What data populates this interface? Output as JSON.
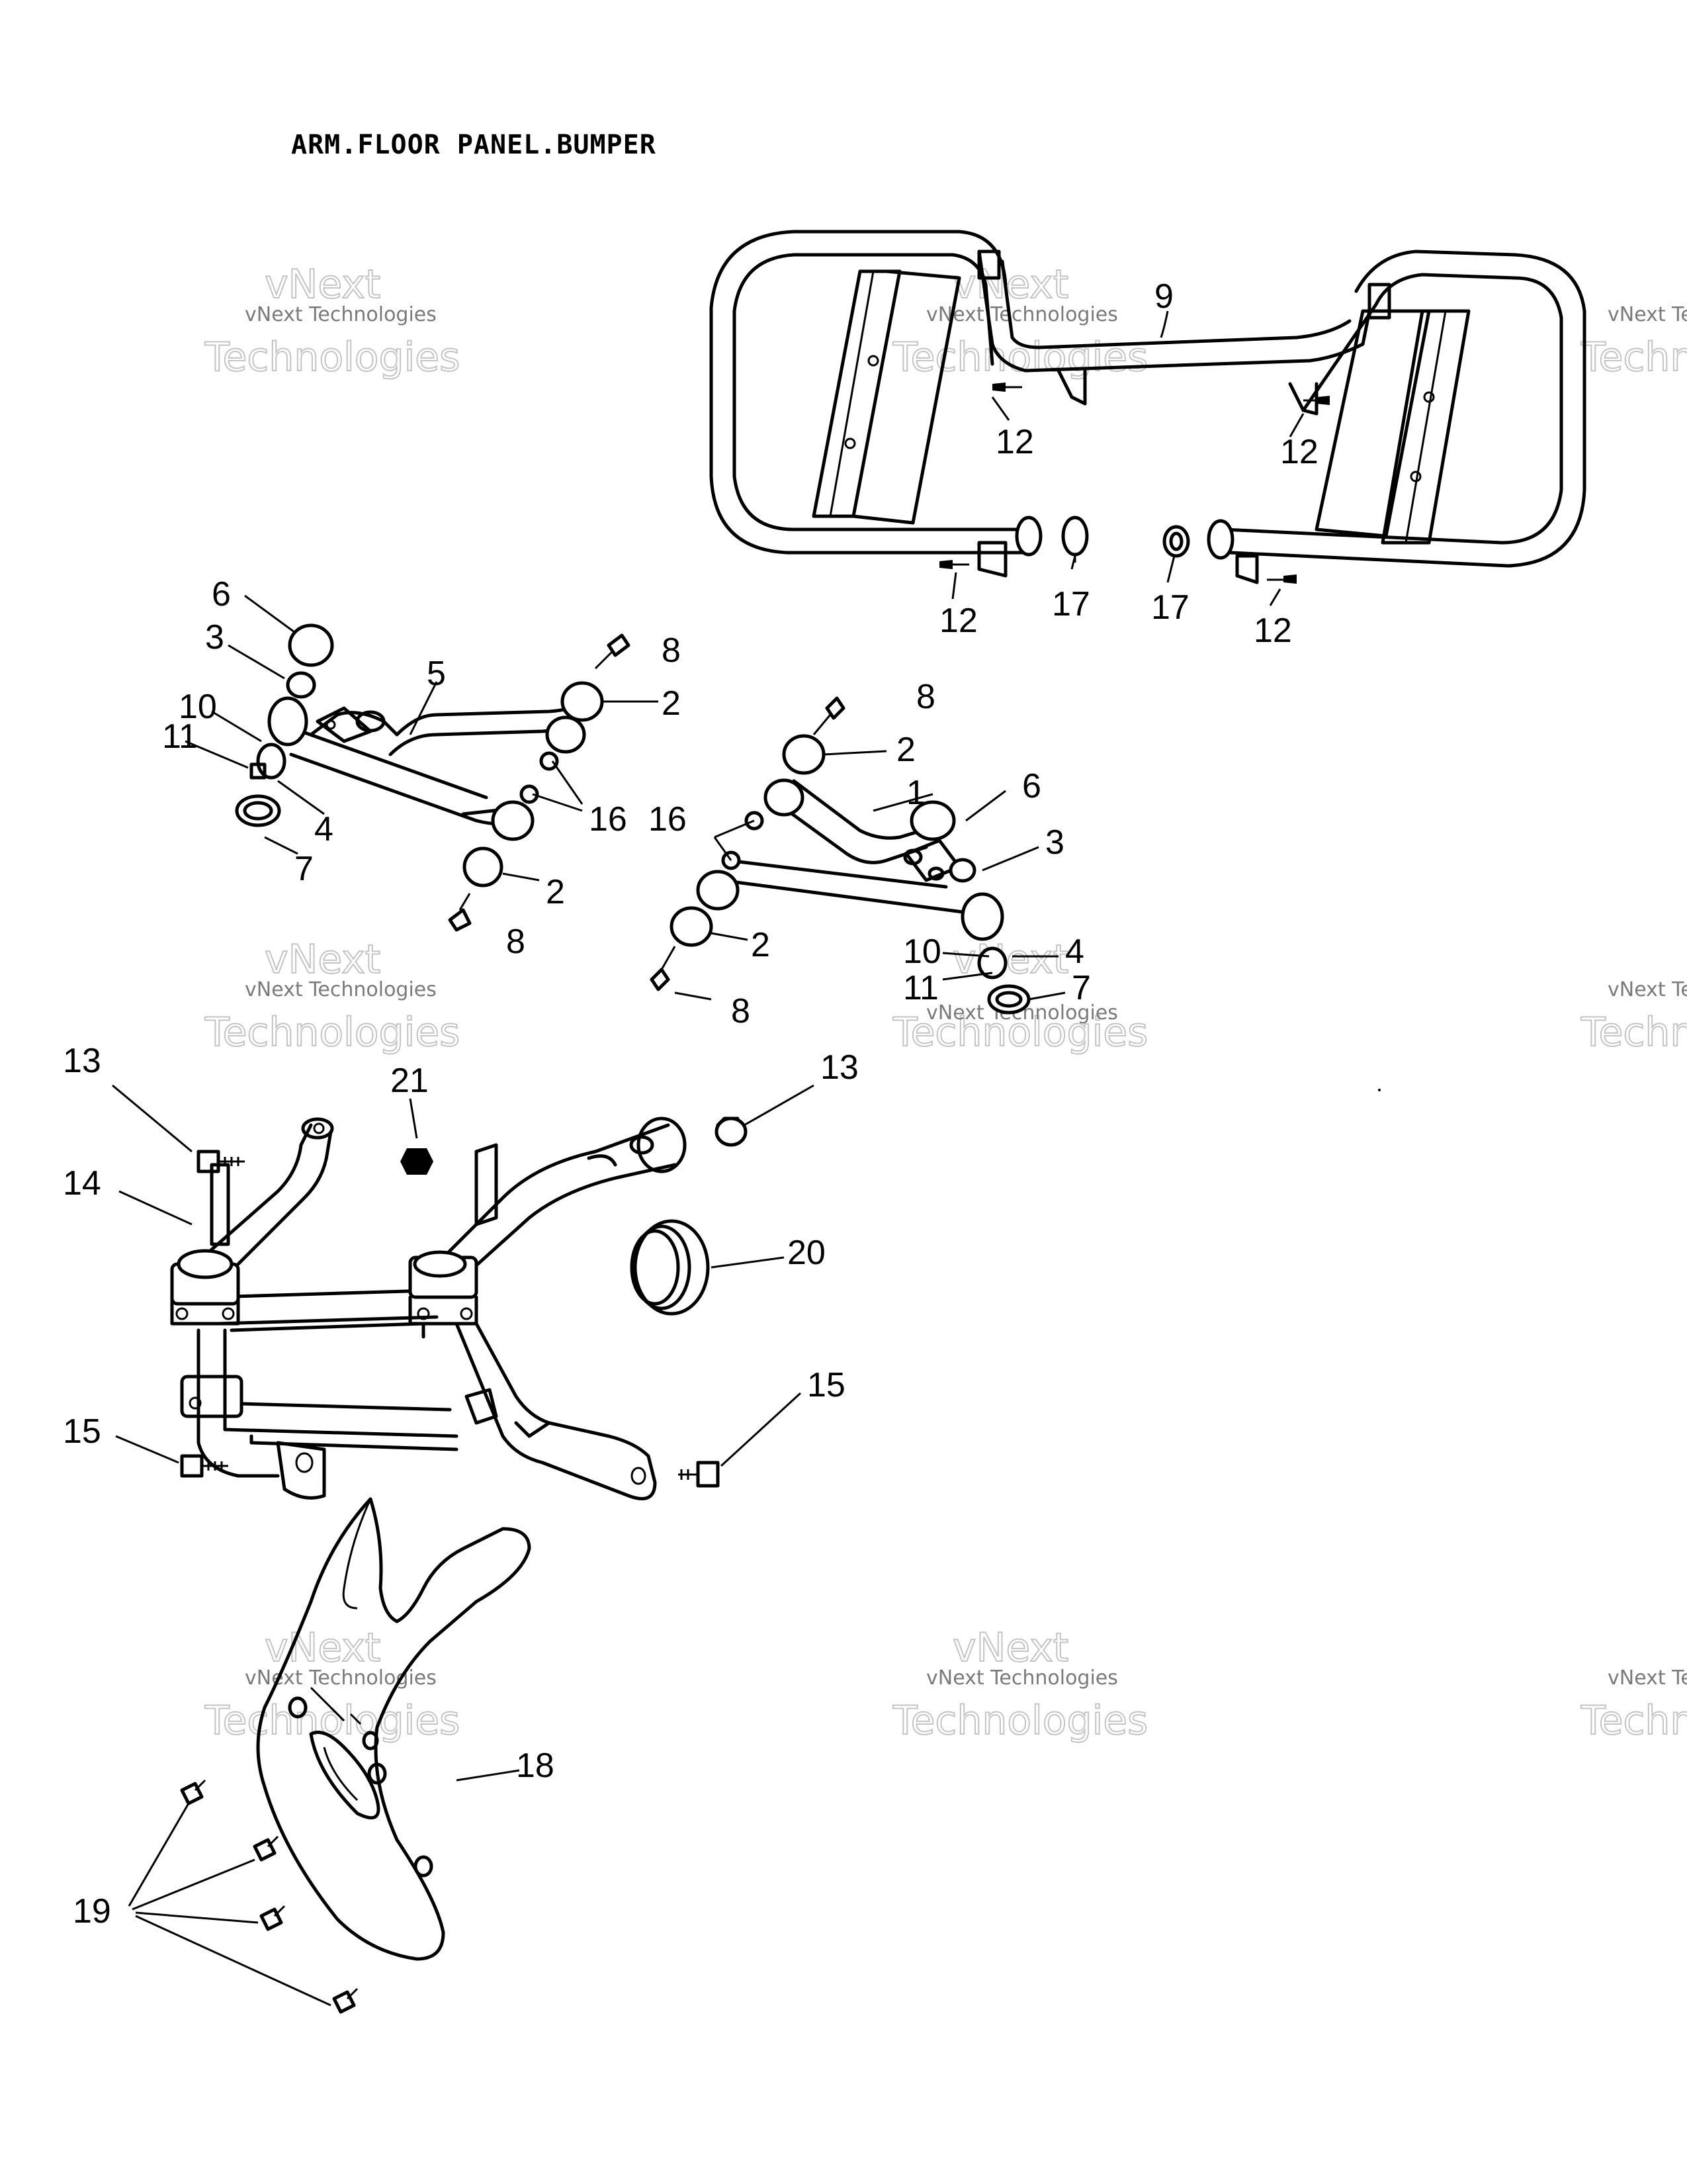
{
  "title": "ARM.FLOOR PANEL.BUMPER",
  "watermark": {
    "line1": "vNext Technologies",
    "line2": "Technologies",
    "line3": "vNext"
  },
  "callouts": {
    "c1": "1",
    "c2a": "2",
    "c2b": "2",
    "c2c": "2",
    "c2d": "2",
    "c3a": "3",
    "c3b": "3",
    "c4a": "4",
    "c4b": "4",
    "c5": "5",
    "c6a": "6",
    "c6b": "6",
    "c7a": "7",
    "c7b": "7",
    "c8a": "8",
    "c8b": "8",
    "c8c": "8",
    "c8d": "8",
    "c9": "9",
    "c10a": "10",
    "c10b": "10",
    "c11a": "11",
    "c11b": "11",
    "c12a": "12",
    "c12b": "12",
    "c12c": "12",
    "c12d": "12",
    "c13a": "13",
    "c13b": "13",
    "c14": "14",
    "c15a": "15",
    "c15b": "15",
    "c16a": "16",
    "c16b": "16",
    "c17a": "17",
    "c17b": "17",
    "c18": "18",
    "c19": "19",
    "c20": "20",
    "c21": "21"
  }
}
